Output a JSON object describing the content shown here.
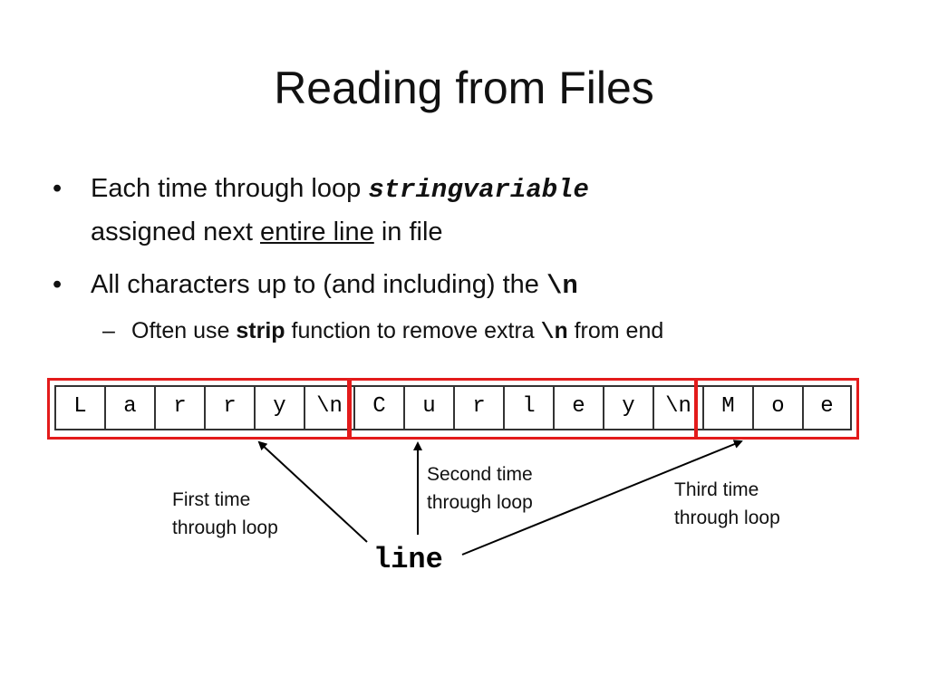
{
  "title": "Reading from Files",
  "bullet1": {
    "part1": "Each time through loop ",
    "var": "stringvariable",
    "part2": "assigned next ",
    "underlined": "entire line",
    "part3": " in file"
  },
  "bullet2": {
    "text": "All characters up to (and including) the ",
    "code": "\\n"
  },
  "sub1": {
    "part1": "Often use ",
    "bold": "strip",
    "part2": " function to remove extra ",
    "code": "\\n",
    "part3": " from end"
  },
  "cells": [
    "L",
    "a",
    "r",
    "r",
    "y",
    "\\n",
    "C",
    "u",
    "r",
    "l",
    "e",
    "y",
    "\\n",
    "M",
    "o",
    "e"
  ],
  "notes": {
    "first": [
      "First time",
      "through loop"
    ],
    "second": [
      "Second time",
      "through loop"
    ],
    "third": [
      "Third time",
      "through loop"
    ]
  },
  "variable_label": "line",
  "colors": {
    "highlight": "#e31b1b"
  }
}
